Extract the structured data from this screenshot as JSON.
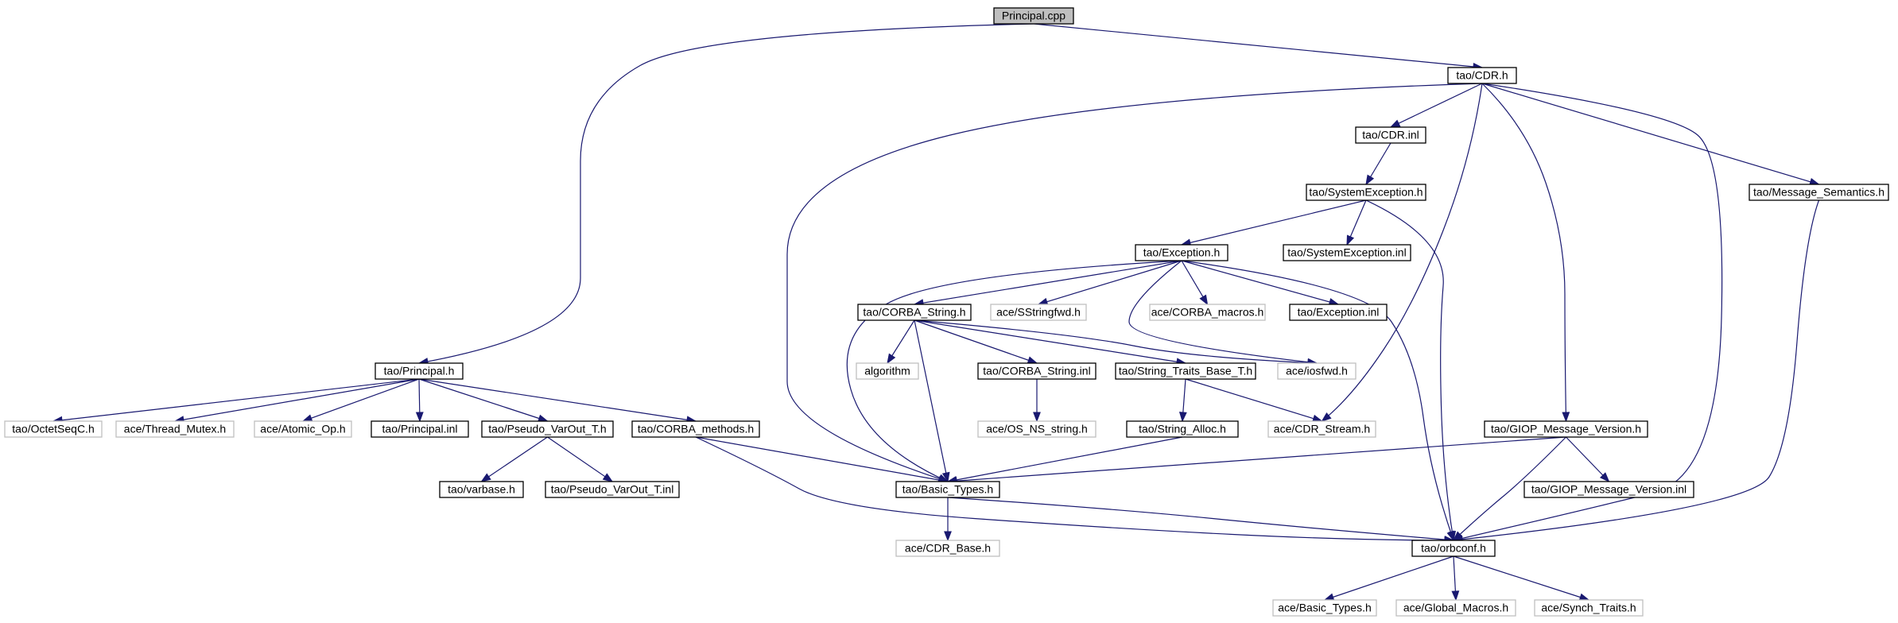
{
  "colors": {
    "edge": "#191970",
    "root_fill": "#bfbfbf",
    "file_fill": "#ffffff",
    "file_border": "#000000",
    "external_border": "#bfbfbf",
    "external_text": "#000000"
  },
  "nodes": {
    "principal_cpp": {
      "label": "Principal.cpp",
      "kind": "root"
    },
    "tao_cdr_h": {
      "label": "tao/CDR.h",
      "kind": "file"
    },
    "tao_principal_h": {
      "label": "tao/Principal.h",
      "kind": "file"
    },
    "tao_cdr_inl": {
      "label": "tao/CDR.inl",
      "kind": "file"
    },
    "tao_systemexception_h": {
      "label": "tao/SystemException.h",
      "kind": "file"
    },
    "tao_message_semantics_h": {
      "label": "tao/Message_Semantics.h",
      "kind": "file"
    },
    "tao_exception_h": {
      "label": "tao/Exception.h",
      "kind": "file"
    },
    "tao_systemexception_inl": {
      "label": "tao/SystemException.inl",
      "kind": "file"
    },
    "tao_corba_string_h": {
      "label": "tao/CORBA_String.h",
      "kind": "file"
    },
    "ace_sstringfwd_h": {
      "label": "ace/SStringfwd.h",
      "kind": "external"
    },
    "ace_corba_macros_h": {
      "label": "ace/CORBA_macros.h",
      "kind": "external"
    },
    "tao_exception_inl": {
      "label": "tao/Exception.inl",
      "kind": "file"
    },
    "algorithm": {
      "label": "algorithm",
      "kind": "external"
    },
    "tao_corba_string_inl": {
      "label": "tao/CORBA_String.inl",
      "kind": "file"
    },
    "tao_string_traits_base_t_h": {
      "label": "tao/String_Traits_Base_T.h",
      "kind": "file"
    },
    "ace_iosfwd_h": {
      "label": "ace/iosfwd.h",
      "kind": "external"
    },
    "tao_octetseqc_h": {
      "label": "tao/OctetSeqC.h",
      "kind": "external"
    },
    "ace_thread_mutex_h": {
      "label": "ace/Thread_Mutex.h",
      "kind": "external"
    },
    "ace_atomic_op_h": {
      "label": "ace/Atomic_Op.h",
      "kind": "external"
    },
    "tao_principal_inl": {
      "label": "tao/Principal.inl",
      "kind": "file"
    },
    "tao_pseudo_varout_t_h": {
      "label": "tao/Pseudo_VarOut_T.h",
      "kind": "file"
    },
    "tao_corba_methods_h": {
      "label": "tao/CORBA_methods.h",
      "kind": "file"
    },
    "ace_os_ns_string_h": {
      "label": "ace/OS_NS_string.h",
      "kind": "external"
    },
    "tao_string_alloc_h": {
      "label": "tao/String_Alloc.h",
      "kind": "file"
    },
    "ace_cdr_stream_h": {
      "label": "ace/CDR_Stream.h",
      "kind": "external"
    },
    "tao_giop_message_version_h": {
      "label": "tao/GIOP_Message_Version.h",
      "kind": "file"
    },
    "tao_varbase_h": {
      "label": "tao/varbase.h",
      "kind": "file"
    },
    "tao_pseudo_varout_t_inl": {
      "label": "tao/Pseudo_VarOut_T.inl",
      "kind": "file"
    },
    "tao_basic_types_h": {
      "label": "tao/Basic_Types.h",
      "kind": "file"
    },
    "tao_giop_message_version_inl": {
      "label": "tao/GIOP_Message_Version.inl",
      "kind": "file"
    },
    "ace_cdr_base_h": {
      "label": "ace/CDR_Base.h",
      "kind": "external"
    },
    "tao_orbconf_h": {
      "label": "tao/orbconf.h",
      "kind": "file"
    },
    "ace_basic_types_h": {
      "label": "ace/Basic_Types.h",
      "kind": "external"
    },
    "ace_global_macros_h": {
      "label": "ace/Global_Macros.h",
      "kind": "external"
    },
    "ace_synch_traits_h": {
      "label": "ace/Synch_Traits.h",
      "kind": "external"
    }
  },
  "edges": [
    [
      "principal_cpp",
      "tao_cdr_h"
    ],
    [
      "principal_cpp",
      "tao_principal_h"
    ],
    [
      "tao_cdr_h",
      "tao_cdr_inl"
    ],
    [
      "tao_cdr_h",
      "tao_message_semantics_h"
    ],
    [
      "tao_cdr_h",
      "tao_giop_message_version_h"
    ],
    [
      "tao_cdr_h",
      "ace_cdr_stream_h"
    ],
    [
      "tao_cdr_h",
      "tao_basic_types_h"
    ],
    [
      "tao_cdr_h",
      "tao_orbconf_h"
    ],
    [
      "tao_cdr_inl",
      "tao_systemexception_h"
    ],
    [
      "tao_systemexception_h",
      "tao_exception_h"
    ],
    [
      "tao_systemexception_h",
      "tao_systemexception_inl"
    ],
    [
      "tao_systemexception_h",
      "tao_orbconf_h"
    ],
    [
      "tao_message_semantics_h",
      "tao_orbconf_h"
    ],
    [
      "tao_exception_h",
      "tao_corba_string_h"
    ],
    [
      "tao_exception_h",
      "ace_sstringfwd_h"
    ],
    [
      "tao_exception_h",
      "ace_corba_macros_h"
    ],
    [
      "tao_exception_h",
      "tao_exception_inl"
    ],
    [
      "tao_exception_h",
      "ace_iosfwd_h"
    ],
    [
      "tao_exception_h",
      "tao_basic_types_h"
    ],
    [
      "tao_exception_h",
      "tao_orbconf_h"
    ],
    [
      "tao_corba_string_h",
      "algorithm"
    ],
    [
      "tao_corba_string_h",
      "tao_corba_string_inl"
    ],
    [
      "tao_corba_string_h",
      "tao_string_traits_base_t_h"
    ],
    [
      "tao_corba_string_h",
      "ace_iosfwd_h"
    ],
    [
      "tao_corba_string_h",
      "tao_basic_types_h"
    ],
    [
      "tao_corba_string_inl",
      "ace_os_ns_string_h"
    ],
    [
      "tao_string_traits_base_t_h",
      "tao_string_alloc_h"
    ],
    [
      "tao_string_traits_base_t_h",
      "ace_cdr_stream_h"
    ],
    [
      "tao_string_alloc_h",
      "tao_basic_types_h"
    ],
    [
      "tao_principal_h",
      "tao_octetseqc_h"
    ],
    [
      "tao_principal_h",
      "ace_thread_mutex_h"
    ],
    [
      "tao_principal_h",
      "ace_atomic_op_h"
    ],
    [
      "tao_principal_h",
      "tao_principal_inl"
    ],
    [
      "tao_principal_h",
      "tao_pseudo_varout_t_h"
    ],
    [
      "tao_principal_h",
      "tao_corba_methods_h"
    ],
    [
      "tao_pseudo_varout_t_h",
      "tao_varbase_h"
    ],
    [
      "tao_pseudo_varout_t_h",
      "tao_pseudo_varout_t_inl"
    ],
    [
      "tao_corba_methods_h",
      "tao_basic_types_h"
    ],
    [
      "tao_corba_methods_h",
      "tao_orbconf_h"
    ],
    [
      "tao_giop_message_version_h",
      "tao_giop_message_version_inl"
    ],
    [
      "tao_giop_message_version_h",
      "tao_basic_types_h"
    ],
    [
      "tao_giop_message_version_h",
      "tao_orbconf_h"
    ],
    [
      "tao_basic_types_h",
      "ace_cdr_base_h"
    ],
    [
      "tao_basic_types_h",
      "tao_orbconf_h"
    ],
    [
      "tao_orbconf_h",
      "ace_basic_types_h"
    ],
    [
      "tao_orbconf_h",
      "ace_global_macros_h"
    ],
    [
      "tao_orbconf_h",
      "ace_synch_traits_h"
    ]
  ]
}
